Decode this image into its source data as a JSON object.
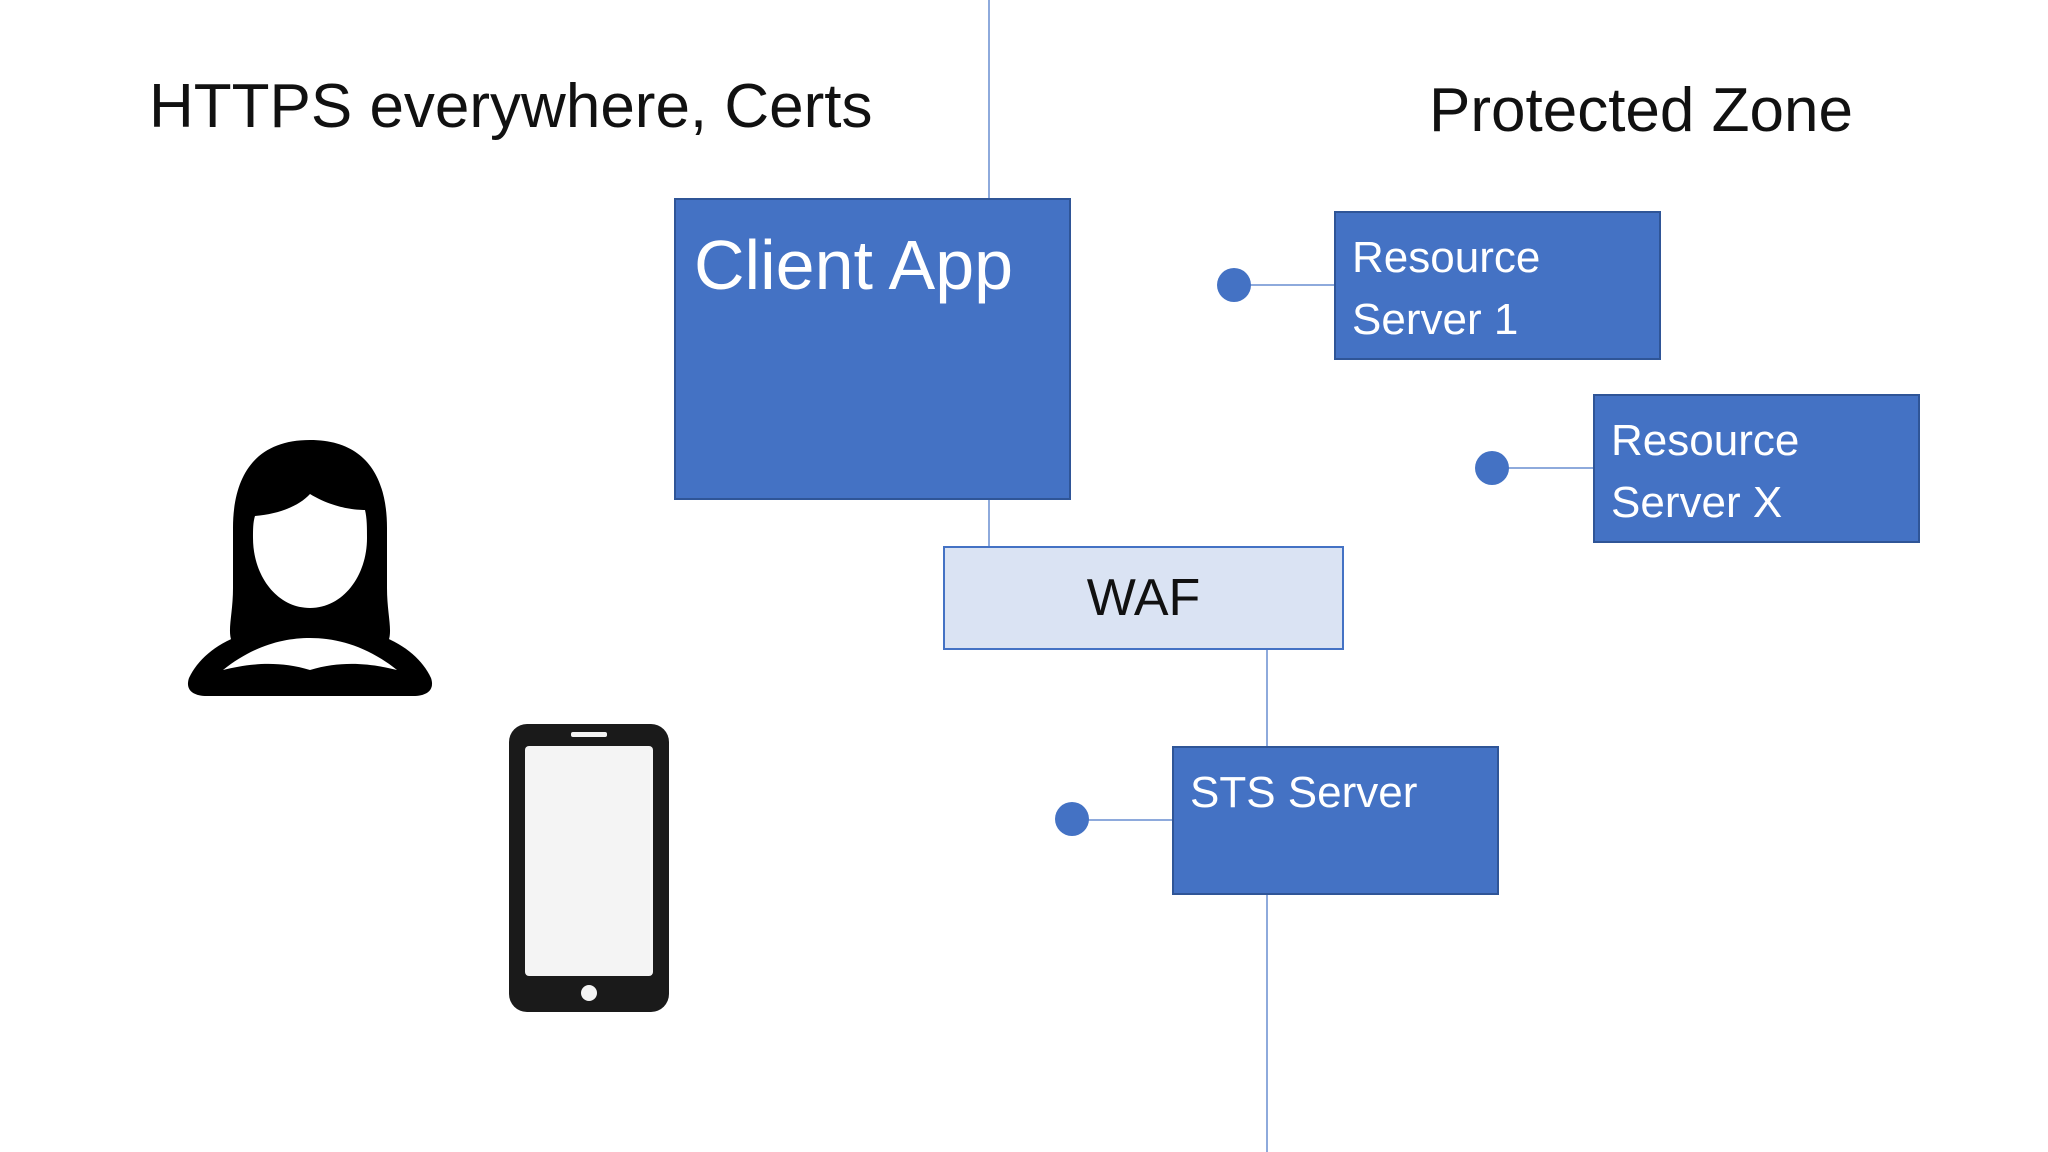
{
  "headings": {
    "left": "HTTPS everywhere, Certs",
    "right": "Protected Zone"
  },
  "nodes": {
    "client_app": "Client App",
    "resource_server_1": [
      "Resource",
      "Server 1"
    ],
    "resource_server_x": [
      "Resource",
      "Server X"
    ],
    "waf": "WAF",
    "sts_server": "STS Server"
  },
  "icons": {
    "user": "woman-user-icon",
    "phone": "smartphone-icon"
  },
  "colors": {
    "box_fill": "#4472c4",
    "box_border": "#2f5597",
    "waf_fill": "#dae3f3",
    "connector": "#8eaadc",
    "icon": "#000000"
  }
}
